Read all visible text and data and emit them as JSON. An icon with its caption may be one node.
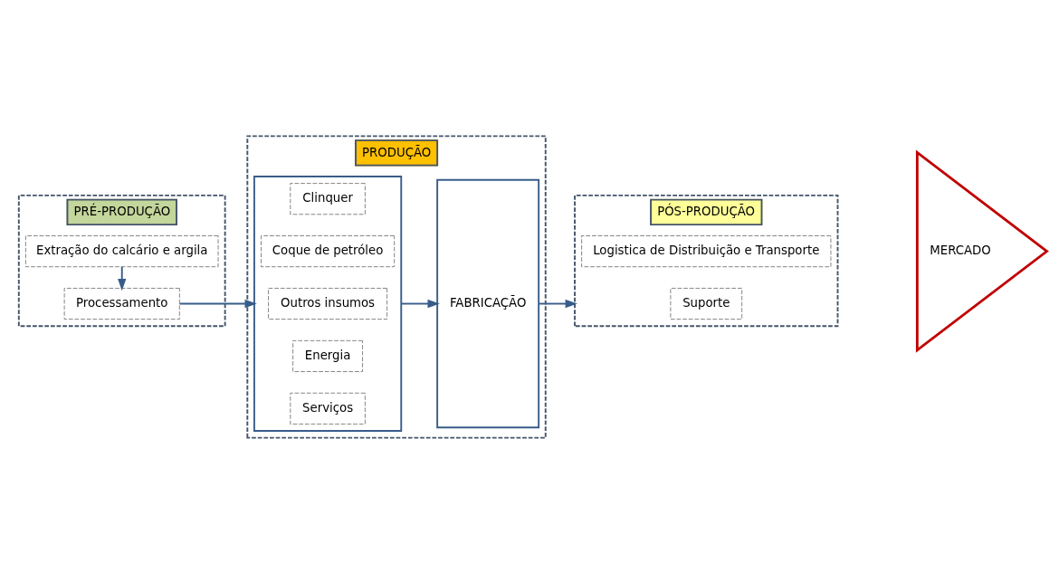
{
  "diagram": {
    "nodes": [
      {
        "text": [
          "PRÉ-PRODUÇÃO"
        ]
      },
      {
        "text": [
          "Extração do calcário e argila"
        ],
        "in": 0
      },
      {
        "text": [
          "Processamento"
        ],
        "in": 0
      },
      {
        "text": [
          "PRODUÇÃO"
        ]
      },
      {
        "text": [],
        "shape": "box",
        "in": 3
      },
      {
        "text": [
          "Clinquer"
        ],
        "in": 4
      },
      {
        "text": [
          "Coque de petróleo"
        ],
        "in": 4
      },
      {
        "text": [
          "Outros insumos"
        ],
        "in": 4
      },
      {
        "text": [
          "Energia"
        ],
        "in": 4
      },
      {
        "text": [
          "Serviços"
        ],
        "in": 4
      },
      {
        "text": [
          "FABRICAÇÃO"
        ],
        "in": 3
      },
      {
        "text": [
          "PÓS-PRODUÇÃO"
        ]
      },
      {
        "text": [
          "Logistica de Distribuição e Transporte"
        ],
        "in": 11
      },
      {
        "text": [
          "Suporte"
        ],
        "in": 11
      },
      {
        "text": [
          "MERCADO"
        ]
      }
    ],
    "edges": [
      {
        "from": 1,
        "to": 2,
        "arrow": "to"
      },
      {
        "from": 2,
        "to": 4,
        "arrow": "to"
      },
      {
        "from": 4,
        "to": 10,
        "arrow": "to"
      },
      {
        "from": 10,
        "to": 11,
        "arrow": "to"
      }
    ]
  }
}
